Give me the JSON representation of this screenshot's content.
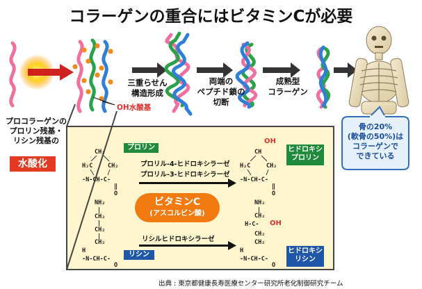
{
  "title": "コラーゲンの重合にはビタミンCが必要",
  "steps": {
    "triple_helix": [
      "三重らせん",
      "構造形成"
    ],
    "cleavage": [
      "両端の",
      "ペプチド鎖の",
      "切断"
    ],
    "mature": [
      "成熟型",
      "コラーゲン"
    ]
  },
  "oh_label": "OH水酸基",
  "side_label": [
    "プロコラーゲンの",
    "プロリン残基・",
    "リシン残基の"
  ],
  "hydroxylation": "水酸化",
  "bone_callout": [
    "骨の20%",
    "(軟骨の50%)は",
    "コラーゲンで",
    "できている"
  ],
  "amino": {
    "proline": "プロリン",
    "hydroxyproline": [
      "ヒドロキシ",
      "プロリン"
    ],
    "lysine": "リシン",
    "hydroxylysine": [
      "ヒドロキシ",
      "リシン"
    ]
  },
  "enzymes": {
    "pro4": "プロリル-4-ヒドロキシラーゼ",
    "pro3": "プロリル-3-ヒドロキシラーゼ",
    "lys": "リシルヒドロキシラーゼ"
  },
  "vitamin": {
    "name": "ビタミンC",
    "sub": "(アスコルビン酸)"
  },
  "chem": {
    "ch2": "CH₂",
    "h2c": "H₂C",
    "ch": "CH",
    "n_ch_c": "-N-CH-C-",
    "o": "O",
    "nh2": "NH₂",
    "h": "H",
    "oh": "OH",
    "hc": "H-C-",
    "bond_v": "|",
    "bond_eq": "‖"
  },
  "source": "出典 : 東京都健康長寿医療センター研究所老化制御研究チーム",
  "colors": {
    "red": "#e53a22",
    "green": "#1f8a3c",
    "blue": "#1f56a8",
    "orange": "#f07a10",
    "panel": "#fff6cf"
  }
}
